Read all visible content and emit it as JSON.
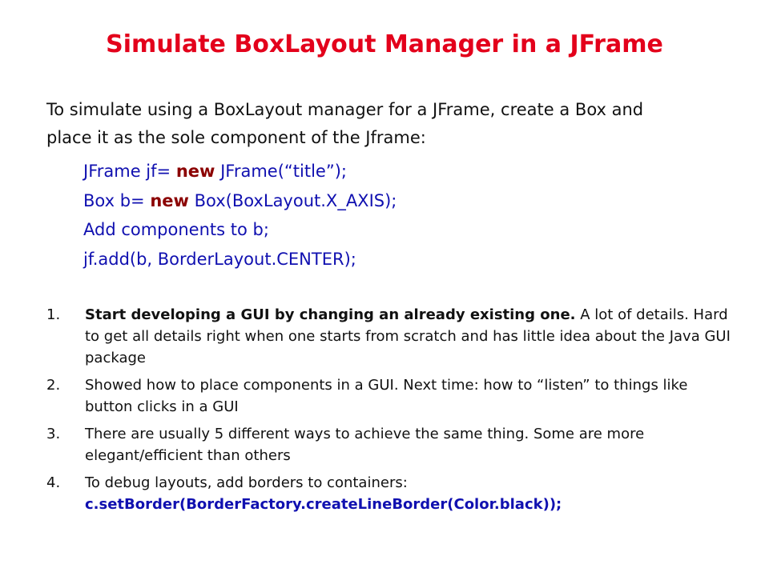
{
  "title": "Simulate BoxLayout Manager in a JFrame",
  "intro": {
    "line1": "To simulate using a BoxLayout manager for a JFrame, create a Box and",
    "line2": "place it as the sole component of the Jframe:"
  },
  "code": [
    {
      "before": "JFrame jf= ",
      "keyword": "new",
      "after": " JFrame(“title”);"
    },
    {
      "before": "Box b= ",
      "keyword": "new",
      "after": " Box(BoxLayout.X_AXIS);"
    },
    {
      "before": "Add components to b;",
      "keyword": "",
      "after": ""
    },
    {
      "before": "jf.add(b, BorderLayout.CENTER);",
      "keyword": "",
      "after": ""
    }
  ],
  "points": [
    {
      "number": "1.",
      "bold": "Start developing a GUI by changing an already existing one.",
      "text": " A lot of details. Hard to get all details right when one starts from scratch and has little idea about the Java GUI package",
      "code": ""
    },
    {
      "number": "2.",
      "bold": "",
      "text": "Showed how to place components in a GUI. Next time: how to “listen” to things like button clicks in a GUI",
      "code": ""
    },
    {
      "number": "3.",
      "bold": "",
      "text": "There are usually 5 different ways to achieve the same thing. Some are more elegant/efficient than others",
      "code": ""
    },
    {
      "number": "4.",
      "bold": "",
      "text": "To debug layouts, add borders to containers:",
      "code": "c.setBorder(BorderFactory.createLineBorder(Color.black));"
    }
  ],
  "colors": {
    "title": "#e3001b",
    "code": "#1010b0",
    "keyword": "#8b0000",
    "text": "#111111"
  }
}
